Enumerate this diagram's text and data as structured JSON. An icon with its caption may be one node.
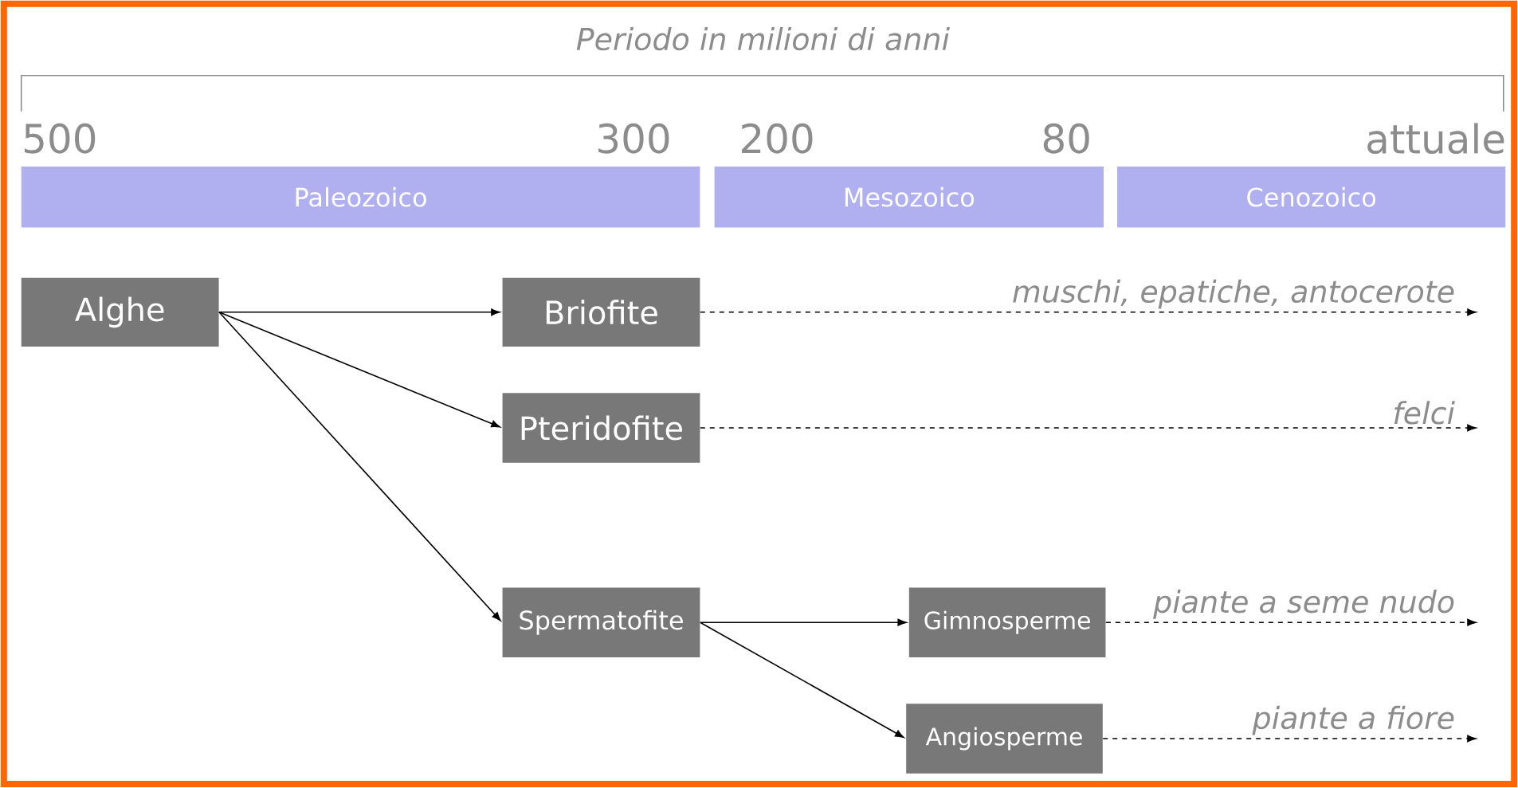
{
  "diagram": {
    "title": "Periodo in milioni di anni",
    "nodes": [
      {
        "text": [
          "Paleozoico"
        ]
      },
      {
        "text": [
          "Mesozoico"
        ]
      },
      {
        "text": [
          "Cenozoico"
        ]
      },
      {
        "text": [
          "Alghe"
        ]
      },
      {
        "text": [
          "Briofite"
        ]
      },
      {
        "text": [
          "Pteridofite"
        ]
      },
      {
        "text": [
          "Spermatofite"
        ]
      },
      {
        "text": [
          "Gimnosperme"
        ]
      },
      {
        "text": [
          "Angiosperme"
        ]
      }
    ],
    "edges": [
      {
        "from": 3,
        "to": 4,
        "arrow": "to"
      },
      {
        "from": 3,
        "to": 5,
        "arrow": "to"
      },
      {
        "from": 3,
        "to": 6,
        "arrow": "to"
      },
      {
        "from": 6,
        "to": 7,
        "arrow": "to"
      },
      {
        "from": 6,
        "to": 8,
        "arrow": "to"
      },
      {
        "from": 4,
        "to": null,
        "arrow": "to",
        "style": "dashed",
        "label": "muschi, epatiche, antocerote"
      },
      {
        "from": 5,
        "to": null,
        "arrow": "to",
        "style": "dashed",
        "label": "felci"
      },
      {
        "from": 7,
        "to": null,
        "arrow": "to",
        "style": "dashed",
        "label": "piante a seme nudo"
      },
      {
        "from": 8,
        "to": null,
        "arrow": "to",
        "style": "dashed",
        "label": "piante a fiore"
      }
    ],
    "labels": [
      "500",
      "300",
      "200",
      "80",
      "attuale"
    ]
  }
}
